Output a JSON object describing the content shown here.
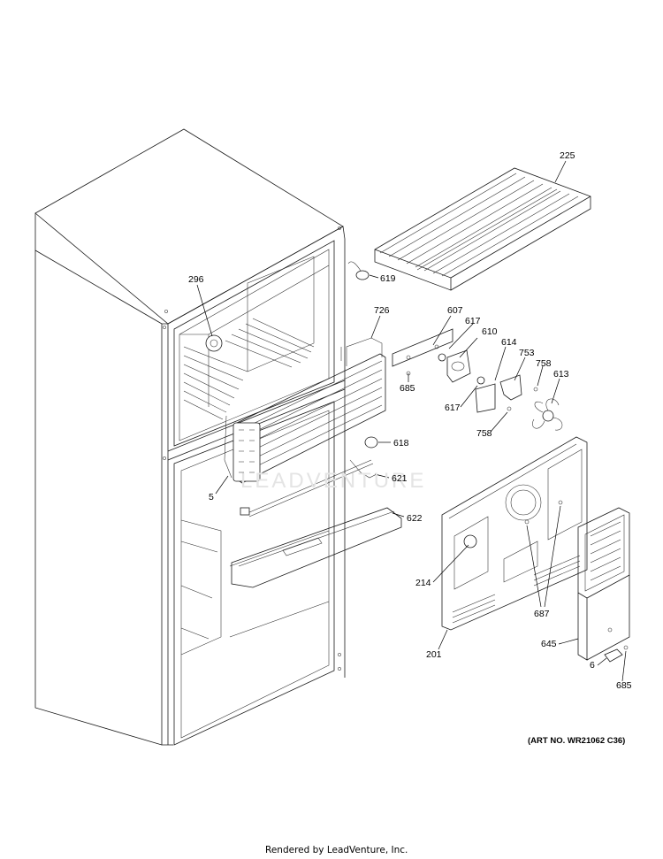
{
  "callouts": {
    "p225": "225",
    "p619": "619",
    "p296": "296",
    "p726": "726",
    "p607": "607",
    "p617a": "617",
    "p610": "610",
    "p614": "614",
    "p753": "753",
    "p758a": "758",
    "p613": "613",
    "p685a": "685",
    "p617b": "617",
    "p758b": "758",
    "p618": "618",
    "p621": "621",
    "p5": "5",
    "p622": "622",
    "p214": "214",
    "p687": "687",
    "p201": "201",
    "p645": "645",
    "p6": "6",
    "p685b": "685"
  },
  "watermark": "LEADVENTURE",
  "art_number": "(ART NO. WR21062 C36)",
  "footer": "Rendered by LeadVenture, Inc."
}
